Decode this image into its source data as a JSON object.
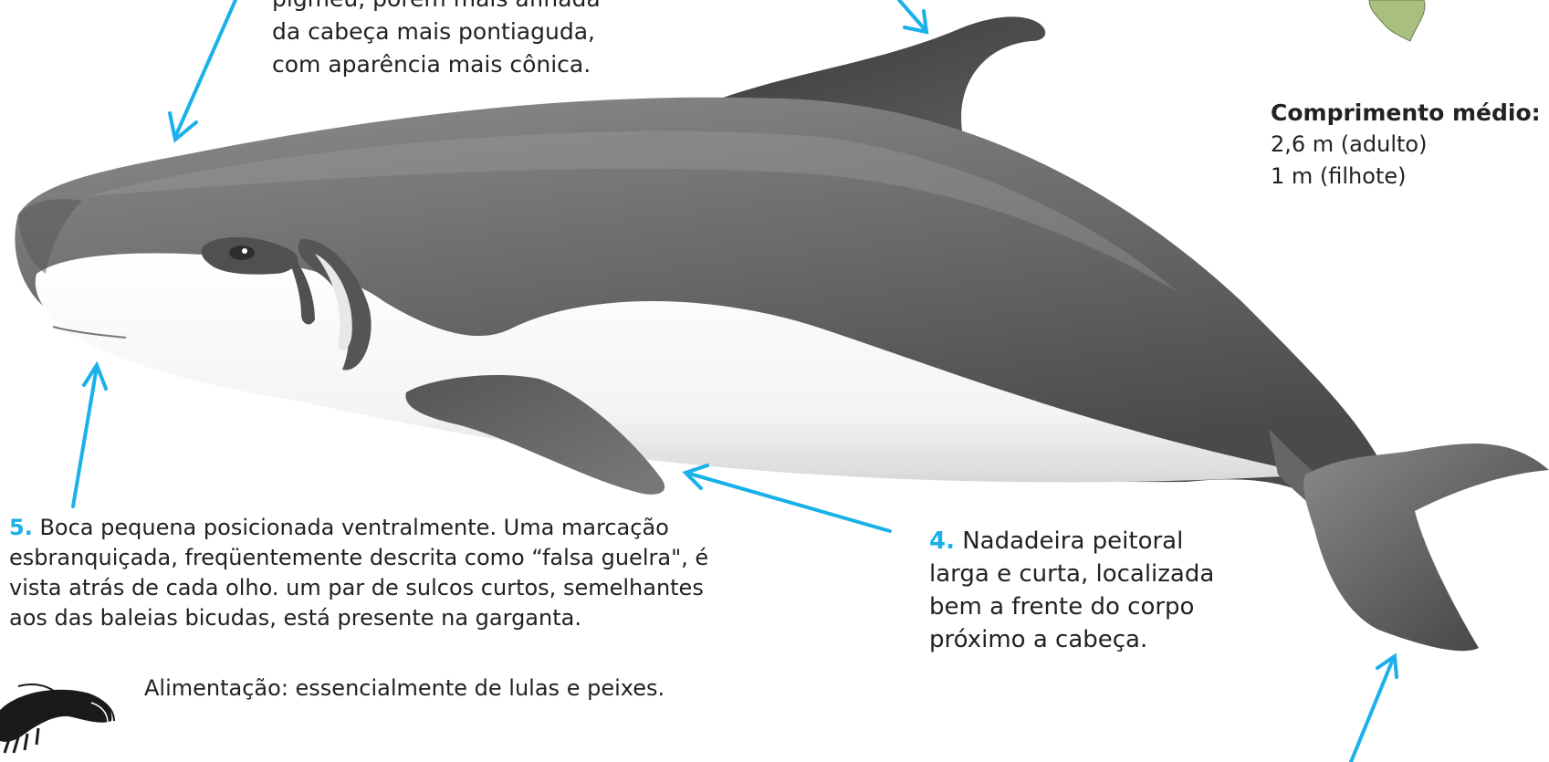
{
  "head_note": {
    "lines": [
      "pigmeu, porém mais afinada",
      "da cabeça mais pontiaguda,",
      "com aparência mais cônica."
    ]
  },
  "length": {
    "title": "Comprimento médio:",
    "adult": "2,6 m (adulto)",
    "calf": "1 m (filhote)"
  },
  "note5": {
    "number": "5.",
    "lines": [
      " Boca pequena posicionada ventralmente. Uma marcação",
      "esbranquiçada, freqüentemente descrita como “falsa guelra\", é",
      "vista atrás de cada olho. um par de sulcos curtos, semelhantes",
      "aos das baleias bicudas, está presente na garganta."
    ]
  },
  "note4": {
    "number": "4.",
    "lines": [
      " Nadadeira peitoral",
      "larga e curta, localizada",
      "bem a frente do corpo",
      "próximo a cabeça."
    ]
  },
  "food": {
    "text": "Alimentação: essencialmente de lulas e peixes.",
    "icon": "shrimp-icon"
  },
  "colors": {
    "arrow": "#1ab0ea",
    "number": "#1ab0ea",
    "body_dark": "#3d3d3d",
    "body_light": "#9a9a9a",
    "belly": "#ffffff",
    "map_green": "#a9bf7e"
  }
}
